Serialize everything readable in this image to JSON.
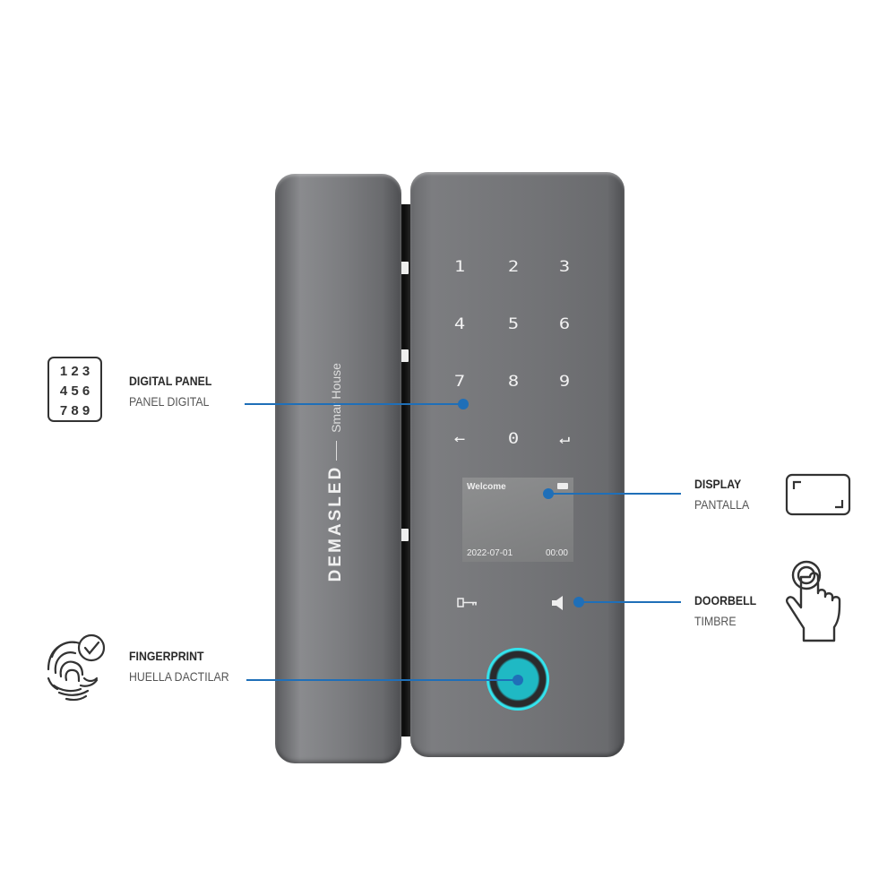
{
  "product": {
    "brand": "DEMASLED",
    "tagline": "Smar House",
    "keypad": [
      "1",
      "2",
      "3",
      "4",
      "5",
      "6",
      "7",
      "8",
      "9",
      "←",
      "0",
      "↵"
    ],
    "display": {
      "greeting": "Welcome",
      "date": "2022-07-01",
      "time": "00:00"
    }
  },
  "callouts": [
    {
      "title": "DIGITAL PANEL",
      "subtitle": "PANEL DIGITAL",
      "icon": "keypad-icon",
      "icon_digits": [
        "1 2 3",
        "4 5 6",
        "7 8 9"
      ]
    },
    {
      "title": "FINGERPRINT",
      "subtitle": "HUELLA DACTILAR",
      "icon": "fingerprint-check-icon"
    },
    {
      "title": "DISPLAY",
      "subtitle": "PANTALLA",
      "icon": "screen-icon"
    },
    {
      "title": "DOORBELL",
      "subtitle": "TIMBRE",
      "icon": "hand-press-icon"
    }
  ],
  "colors": {
    "accent": "#1f6fb8",
    "fingerprint_glow": "#33e4ee"
  }
}
